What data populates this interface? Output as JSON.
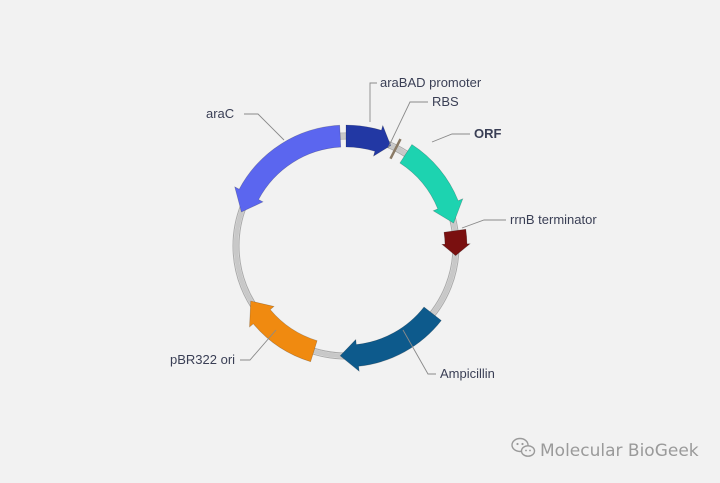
{
  "plasmid": {
    "features": [
      {
        "id": "araBAD",
        "label": "araBAD promoter",
        "color": "#2238a4",
        "bold": false
      },
      {
        "id": "RBS",
        "label": "RBS",
        "color": "#e0d0b0",
        "bold": false
      },
      {
        "id": "ORF",
        "label": "ORF",
        "color": "#1dd3b0",
        "bold": true
      },
      {
        "id": "rrnB",
        "label": "rrnB terminator",
        "color": "#7a1010",
        "bold": false
      },
      {
        "id": "Amp",
        "label": "Ampicillin",
        "color": "#0d5a8c",
        "bold": false
      },
      {
        "id": "ori",
        "label": "pBR322 ori",
        "color": "#f08a10",
        "bold": false
      },
      {
        "id": "araC",
        "label": "araC",
        "color": "#5b66ef",
        "bold": false
      }
    ],
    "backbone_color": "#c8c8c8",
    "label_color": "#3a3f55"
  },
  "watermark": {
    "text": "Molecular BioGeek",
    "icon": "wechat-icon"
  }
}
